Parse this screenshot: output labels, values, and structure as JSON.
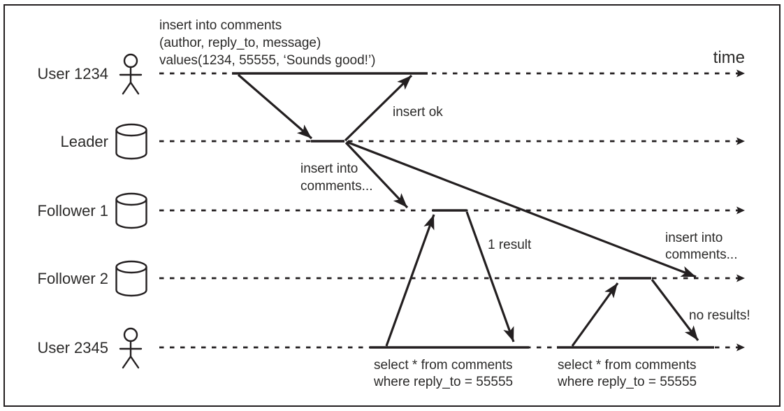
{
  "colors": {
    "line": "#231f20",
    "text": "#2b2a29",
    "background": "#ffffff"
  },
  "time_axis": {
    "label": "time"
  },
  "actors": [
    {
      "label": "User 1234",
      "icon": "person-icon"
    },
    {
      "label": "Leader",
      "icon": "database-icon"
    },
    {
      "label": "Follower 1",
      "icon": "database-icon"
    },
    {
      "label": "Follower 2",
      "icon": "database-icon"
    },
    {
      "label": "User 2345",
      "icon": "person-icon"
    }
  ],
  "annotations": {
    "insert_query": [
      "insert into comments",
      "(author, reply_to, message)",
      "values(1234, 55555, ‘Sounds good!’)"
    ],
    "insert_ok": "insert ok",
    "replicate_follower1": [
      "insert into",
      "comments..."
    ],
    "replicate_follower2": [
      "insert into",
      "comments..."
    ],
    "result_follower1": "1 result",
    "result_follower2": "no results!",
    "select_query_follower1": [
      "select * from comments",
      "where reply_to = 55555"
    ],
    "select_query_follower2": [
      "select * from comments",
      "where reply_to = 55555"
    ]
  },
  "flows": [
    {
      "from": "User 1234",
      "to": "Leader",
      "label_key": "insert_query"
    },
    {
      "from": "Leader",
      "to": "User 1234",
      "label_key": "insert_ok"
    },
    {
      "from": "Leader",
      "to": "Follower 1",
      "label_key": "replicate_follower1"
    },
    {
      "from": "Leader",
      "to": "Follower 2",
      "label_key": "replicate_follower2"
    },
    {
      "from": "User 2345",
      "to": "Follower 1",
      "label_key": "select_query_follower1",
      "result_key": "result_follower1"
    },
    {
      "from": "User 2345",
      "to": "Follower 2",
      "label_key": "select_query_follower2",
      "result_key": "result_follower2"
    }
  ]
}
